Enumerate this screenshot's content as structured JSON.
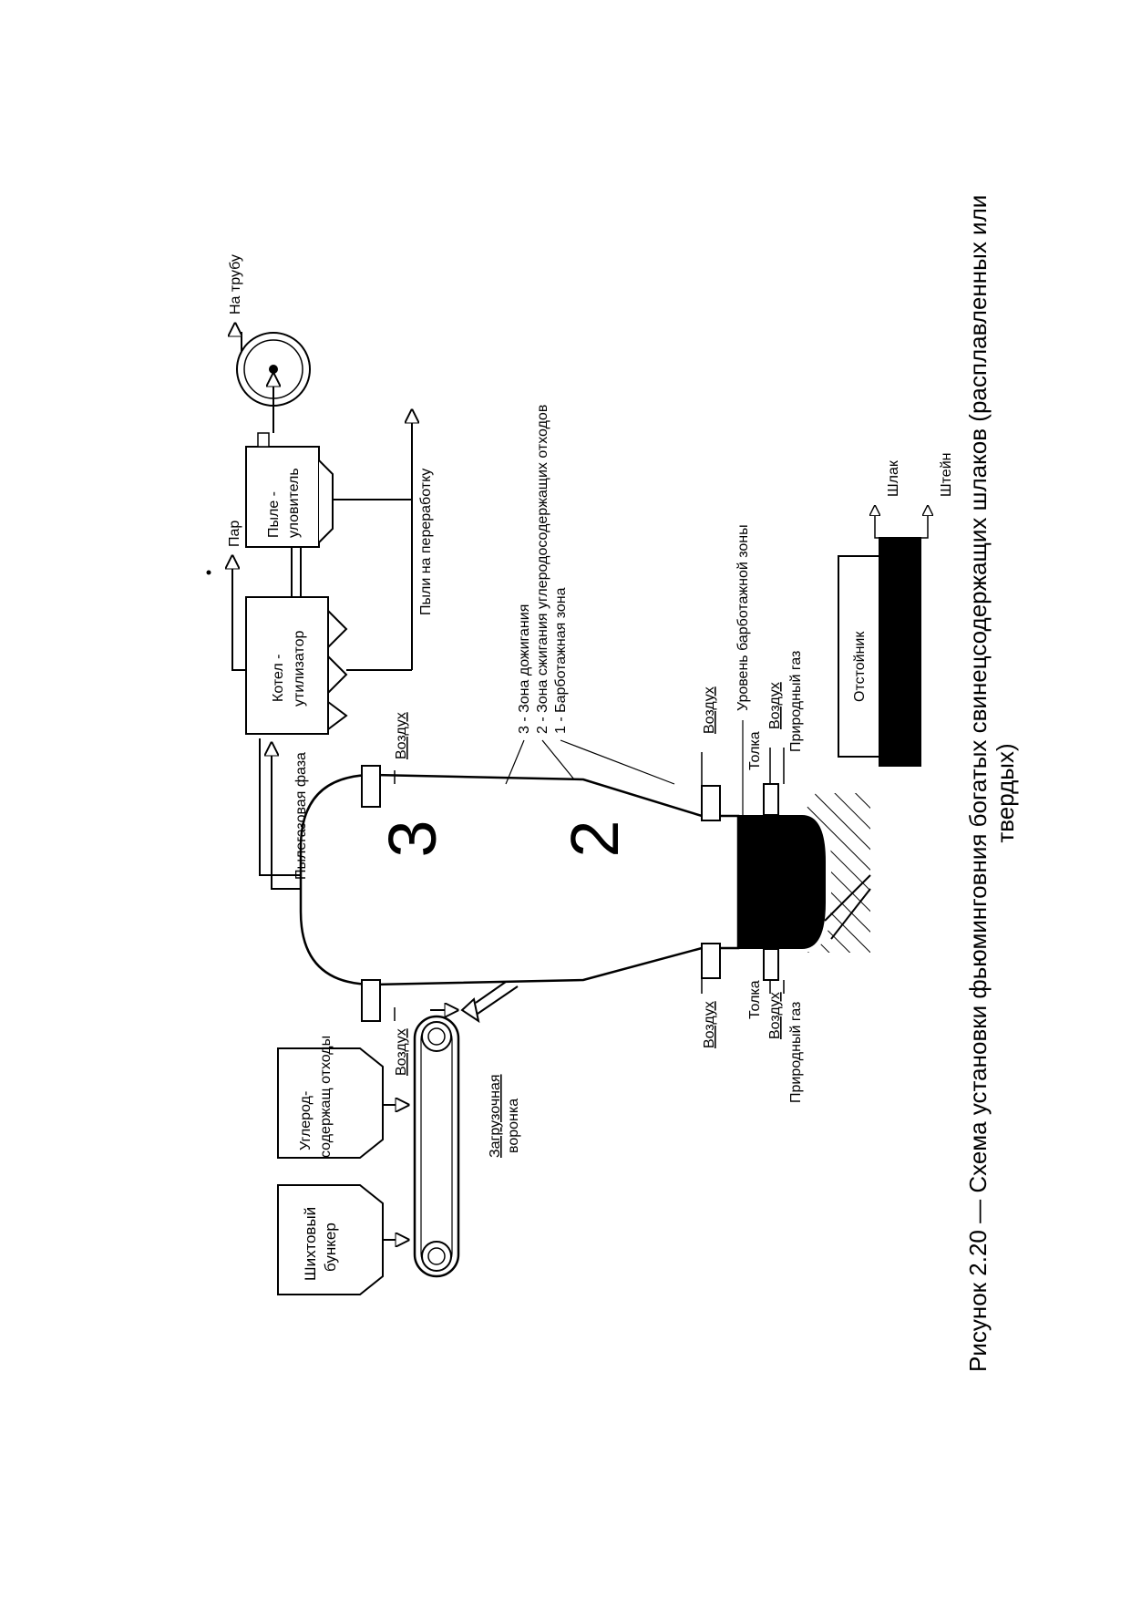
{
  "units": {
    "bunker_charge": "Шихтовый бункер",
    "bunker_waste": "Углерод-содержащ отходы",
    "funnel": "Загрузочная воронка",
    "boiler": "Котел - утилизатор",
    "dust_collector": "Пыле - уловитель",
    "settler": "Отстойник"
  },
  "flows": {
    "air": "Воздух",
    "gas_dust_phase": "Пылегазовая фаза",
    "steam": "Пар",
    "to_stack": "На трубу",
    "dust_recycle": "Пыли на переработку",
    "nozzle": "Толка",
    "natural_gas": "Природный газ",
    "slag": "Шлак",
    "matte": "Штейн"
  },
  "zones": {
    "zone3_number": "3",
    "zone2_number": "2",
    "legend": [
      "3 - Зона дожигания",
      "2 - Зона сжигания углеродосодержащих отходов",
      "1 - Барботажная зона"
    ],
    "bubbling_level": "Уровень барботажной зоны"
  },
  "caption": {
    "line1": "Рисунок 2.20 — Схема установки фьюминговния богатых свинецсодержащих шлаков (расплавленных или",
    "line2": "твердых)"
  }
}
